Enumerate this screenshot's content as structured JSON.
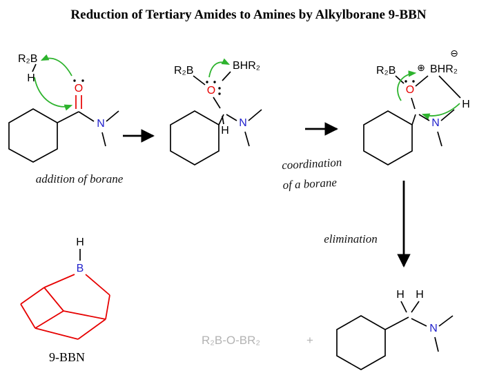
{
  "title": "Reduction of Tertiary Amides to Amines by Alkylborane 9-BBN",
  "colors": {
    "oxygen_red": "#e60000",
    "nitrogen_blue": "#2121cc",
    "boron_blue": "#2121cc",
    "arrow_green": "#2db32d",
    "bbn_skeleton_red": "#e60000",
    "byproduct_gray": "#b3b3b3"
  },
  "step1": {
    "borane": "R₂B",
    "hydride": "H",
    "oxygen": "O",
    "nitrogen": "N",
    "label": "addition of borane"
  },
  "step2": {
    "borane": "R₂B",
    "borane2": "BHR₂",
    "oxygen": "O",
    "hydrogen": "H",
    "nitrogen": "N",
    "label_line1": "coordination",
    "label_line2": "of a borane"
  },
  "step3": {
    "borane": "R₂B",
    "borane2": "BHR₂",
    "plus_charge": "⊕",
    "minus_charge": "⊖",
    "oxygen": "O",
    "hydrogen": "H",
    "nitrogen": "N",
    "label": "elimination"
  },
  "bbn": {
    "hydrogen": "H",
    "boron": "B",
    "label": "9-BBN"
  },
  "products": {
    "byproduct": "R₂B-O-BR₂",
    "plus": "+",
    "h_left": "H",
    "h_right": "H",
    "nitrogen": "N"
  }
}
